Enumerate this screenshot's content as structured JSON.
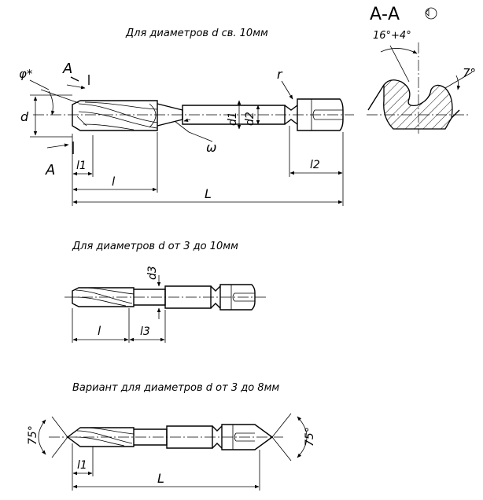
{
  "titles": {
    "over10": "Для диаметров d св. 10мм",
    "from3to10": "Для диаметров d от 3 до 10мм",
    "variant": "Вариант для диаметров d от 3 до 8мм"
  },
  "section": {
    "label": "А-А",
    "angle_top": "16°+4°",
    "angle_right": "7°"
  },
  "labels": {
    "phi": "φ*",
    "A": "А",
    "d": "d",
    "d1": "d1",
    "d2": "d2",
    "d3": "d3",
    "r": "r",
    "omega": "ω",
    "l1": "l1",
    "l": "l",
    "L": "L",
    "l2": "l2",
    "l3": "l3",
    "deg75": "75°"
  }
}
